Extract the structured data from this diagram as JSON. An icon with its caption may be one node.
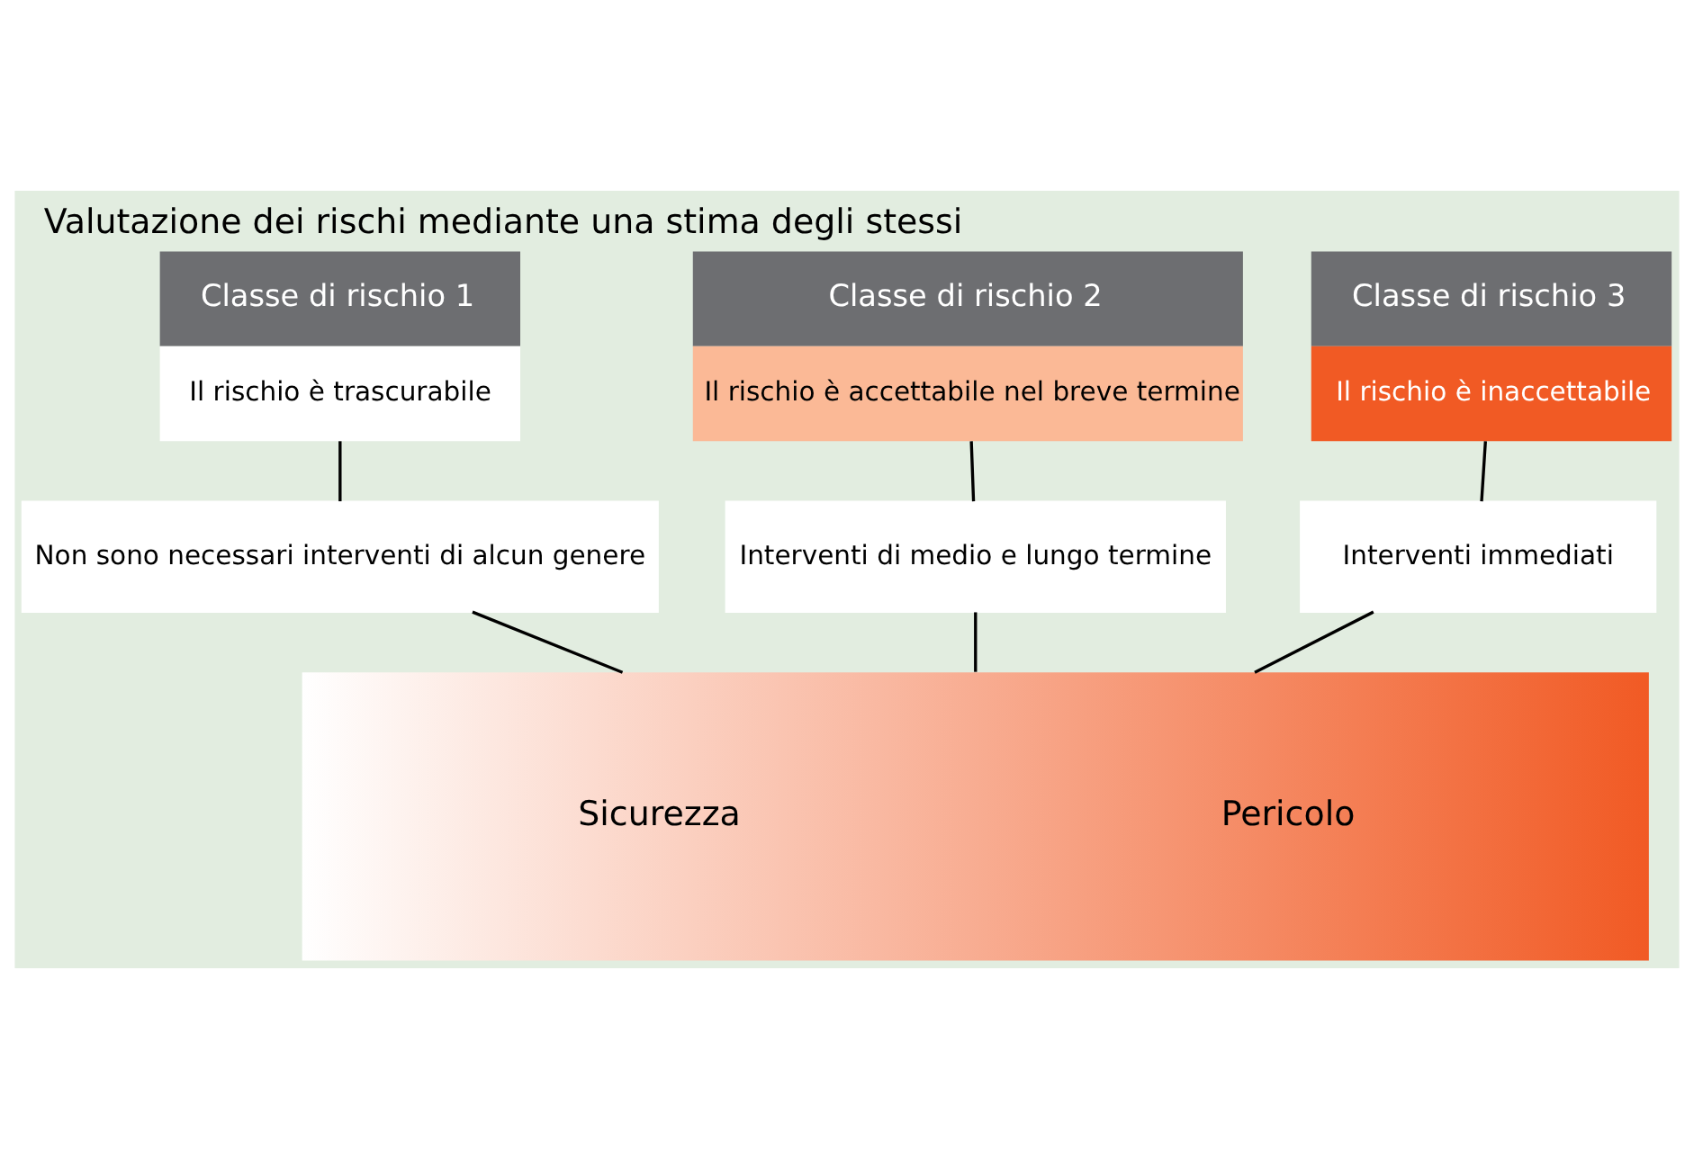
{
  "diagram": {
    "title": "Valutazione dei rischi mediante una stima degli stessi",
    "nodes": [
      {
        "text": [
          "Classe di rischio 1",
          "Il rischio è trascurabile"
        ]
      },
      {
        "text": [
          "Classe di rischio 2",
          "Il rischio è accettabile nel breve termine"
        ]
      },
      {
        "text": [
          "Classe di rischio 3",
          "Il rischio è inaccettabile"
        ]
      },
      {
        "text": [
          "Non sono necessari interventi di alcun genere"
        ]
      },
      {
        "text": [
          "Interventi di medio e lungo termine"
        ]
      },
      {
        "text": [
          "Interventi immediati"
        ]
      },
      {
        "text": [
          "Sicurezza",
          "Pericolo"
        ]
      }
    ],
    "edges": [
      {
        "from": 0,
        "to": 3,
        "arrow": "none"
      },
      {
        "from": 1,
        "to": 4,
        "arrow": "none"
      },
      {
        "from": 2,
        "to": 5,
        "arrow": "none"
      },
      {
        "from": 3,
        "to": 6,
        "arrow": "none"
      },
      {
        "from": 4,
        "to": 6,
        "arrow": "none"
      },
      {
        "from": 5,
        "to": 6,
        "arrow": "none"
      }
    ]
  }
}
